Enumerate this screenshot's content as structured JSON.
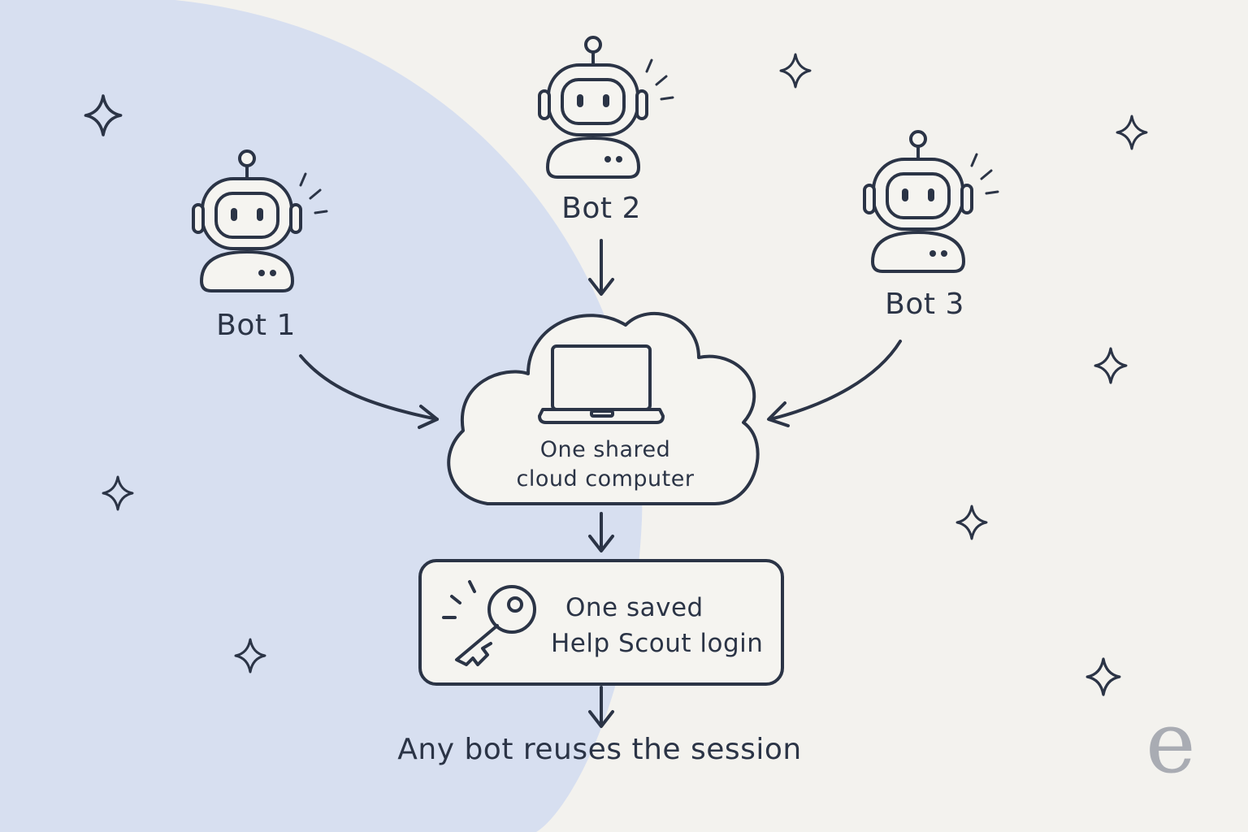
{
  "bots": [
    {
      "label": "Bot 1"
    },
    {
      "label": "Bot 2"
    },
    {
      "label": "Bot 3"
    }
  ],
  "cloud": {
    "label_line1": "One shared",
    "label_line2": "cloud computer"
  },
  "login": {
    "label_line1": "One saved",
    "label_line2": "Help Scout login"
  },
  "caption": "Any bot reuses the session",
  "brand": {
    "letter": "e"
  },
  "colors": {
    "background": "#f3f2ee",
    "blob": "#d7dff0",
    "ink": "#2b3446",
    "fill": "#f5f4f0",
    "brand": "#a9acb3"
  }
}
